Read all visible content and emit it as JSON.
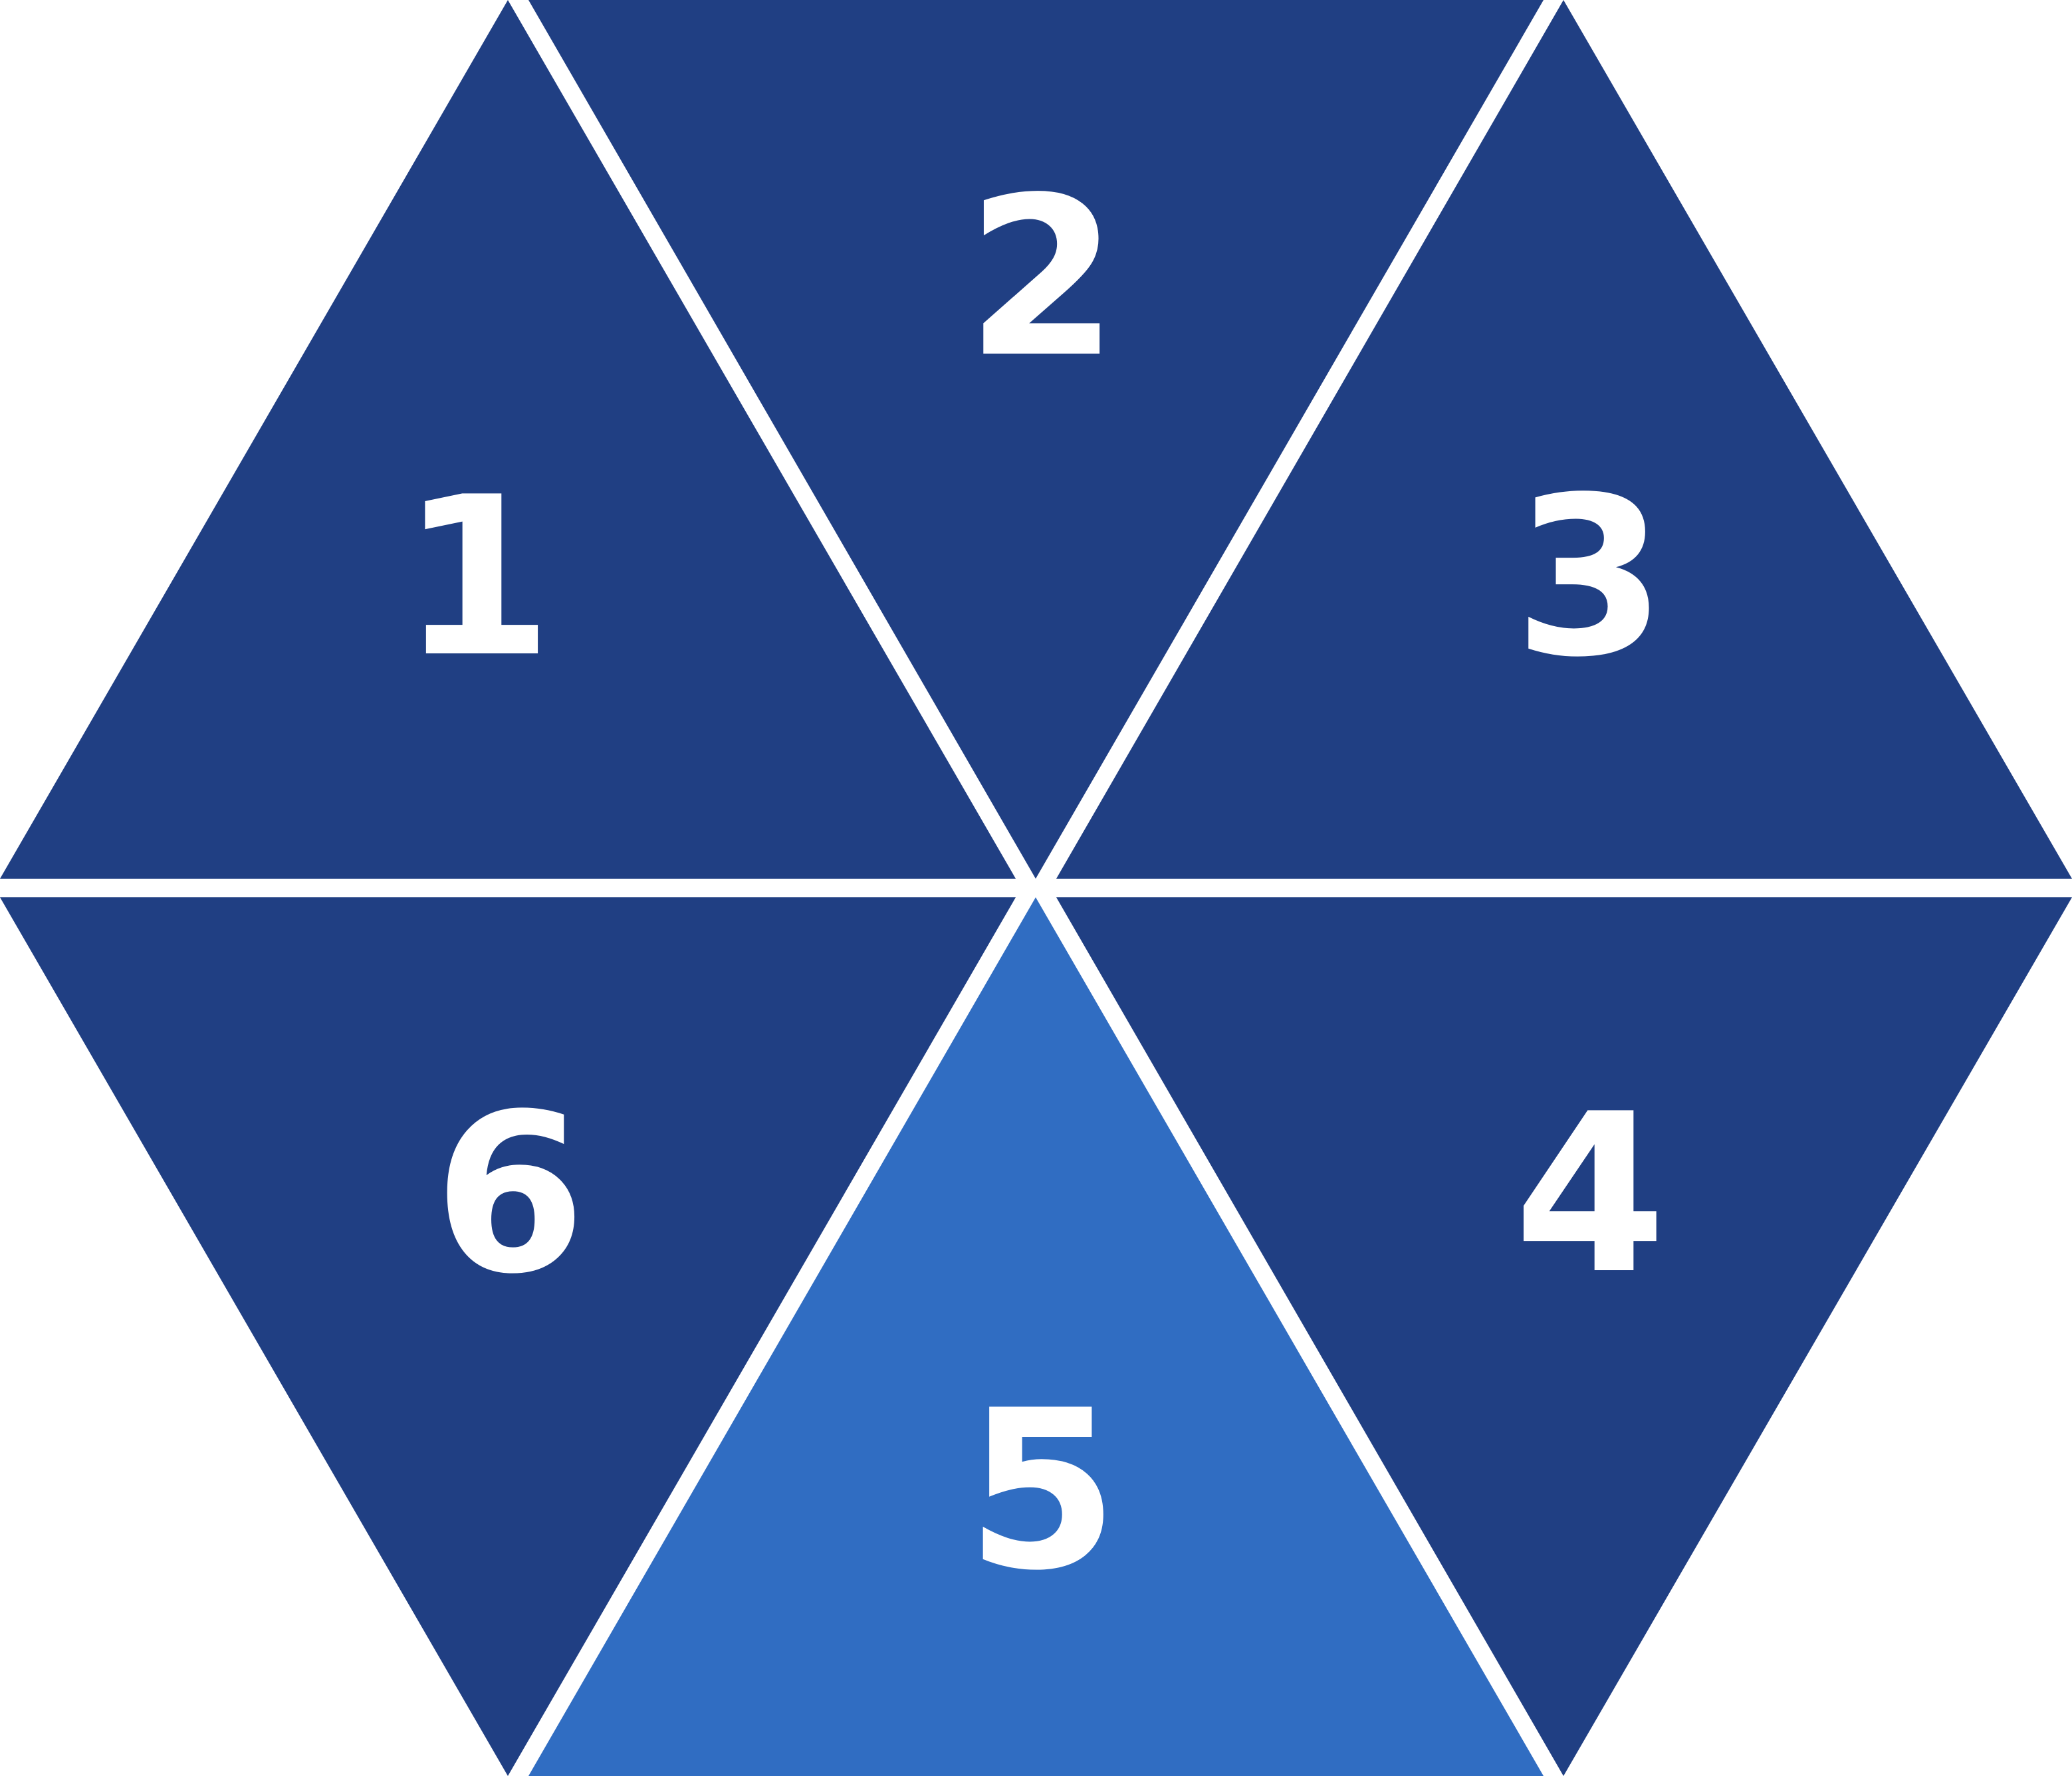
{
  "colors": {
    "background": "#ffffff",
    "segment_default": "#203f83",
    "segment_highlight": "#306dc2",
    "label": "#ffffff"
  },
  "segments": [
    {
      "label": "1",
      "highlighted": false
    },
    {
      "label": "2",
      "highlighted": false
    },
    {
      "label": "3",
      "highlighted": false
    },
    {
      "label": "4",
      "highlighted": false
    },
    {
      "label": "5",
      "highlighted": true
    },
    {
      "label": "6",
      "highlighted": false
    }
  ]
}
